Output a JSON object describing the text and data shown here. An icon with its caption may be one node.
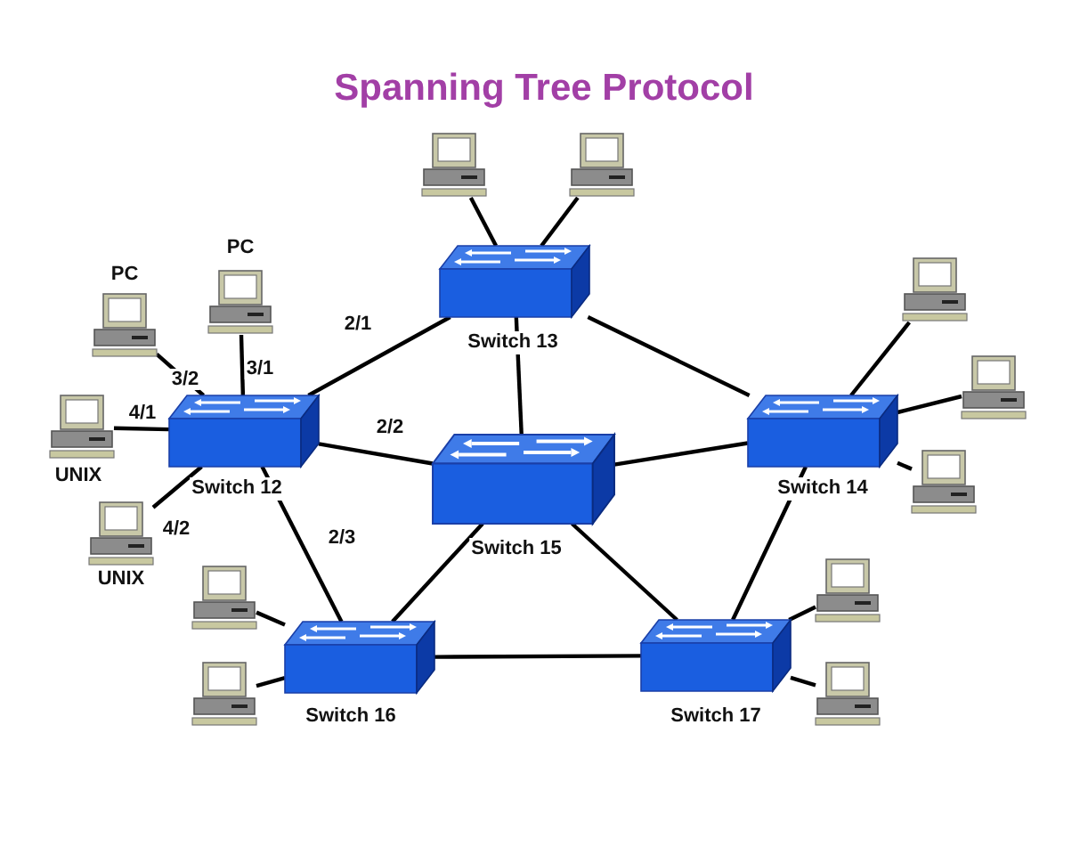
{
  "diagram": {
    "title": "Spanning Tree Protocol",
    "nodes": [
      {
        "text": [],
        "shape": "picture"
      },
      {
        "text": [],
        "shape": "picture"
      },
      {
        "text": [
          "Switch 13"
        ]
      },
      {
        "text": [
          "PC"
        ]
      },
      {
        "text": [
          "PC"
        ]
      },
      {
        "text": [],
        "shape": "picture"
      },
      {
        "text": [
          "UNIX"
        ]
      },
      {
        "text": [
          "Switch 12"
        ]
      },
      {
        "text": [],
        "shape": "picture"
      },
      {
        "text": [
          "Switch 14"
        ]
      },
      {
        "text": [
          "Switch 15"
        ]
      },
      {
        "text": [],
        "shape": "picture"
      },
      {
        "text": [
          "UNIX"
        ]
      },
      {
        "text": [],
        "shape": "picture"
      },
      {
        "text": [],
        "shape": "picture"
      },
      {
        "text": [
          "Switch 16"
        ]
      },
      {
        "text": [
          "Switch 17"
        ]
      },
      {
        "text": [],
        "shape": "picture"
      },
      {
        "text": [],
        "shape": "picture"
      }
    ],
    "edges": [
      {
        "from": 0,
        "to": 2,
        "arrow": "none"
      },
      {
        "from": 1,
        "to": 2,
        "arrow": "none"
      },
      {
        "from": 3,
        "to": 7,
        "arrow": "none",
        "label": "3/1"
      },
      {
        "from": 4,
        "to": 7,
        "arrow": "none",
        "label": "3/2"
      },
      {
        "from": 6,
        "to": 7,
        "arrow": "none",
        "label": "4/1"
      },
      {
        "from": 12,
        "to": 7,
        "arrow": "none",
        "label": "4/2"
      },
      {
        "from": 7,
        "to": 2,
        "arrow": "none",
        "label": "2/1"
      },
      {
        "from": 7,
        "to": 10,
        "arrow": "none",
        "label": "2/2"
      },
      {
        "from": 7,
        "to": 15,
        "arrow": "none",
        "label": "2/3"
      },
      {
        "from": 2,
        "to": 10,
        "arrow": "none"
      },
      {
        "from": 2,
        "to": 9,
        "arrow": "none"
      },
      {
        "from": 10,
        "to": 9,
        "arrow": "none"
      },
      {
        "from": 5,
        "to": 9,
        "arrow": "none"
      },
      {
        "from": 8,
        "to": 9,
        "arrow": "none"
      },
      {
        "from": 11,
        "to": 9,
        "arrow": "none"
      },
      {
        "from": 10,
        "to": 15,
        "arrow": "none"
      },
      {
        "from": 10,
        "to": 16,
        "arrow": "none"
      },
      {
        "from": 15,
        "to": 16,
        "arrow": "none"
      },
      {
        "from": 9,
        "to": 16,
        "arrow": "none"
      },
      {
        "from": 13,
        "to": 15,
        "arrow": "none"
      },
      {
        "from": 17,
        "to": 15,
        "arrow": "none"
      },
      {
        "from": 14,
        "to": 16,
        "arrow": "none"
      },
      {
        "from": 18,
        "to": 16,
        "arrow": "none"
      }
    ]
  }
}
